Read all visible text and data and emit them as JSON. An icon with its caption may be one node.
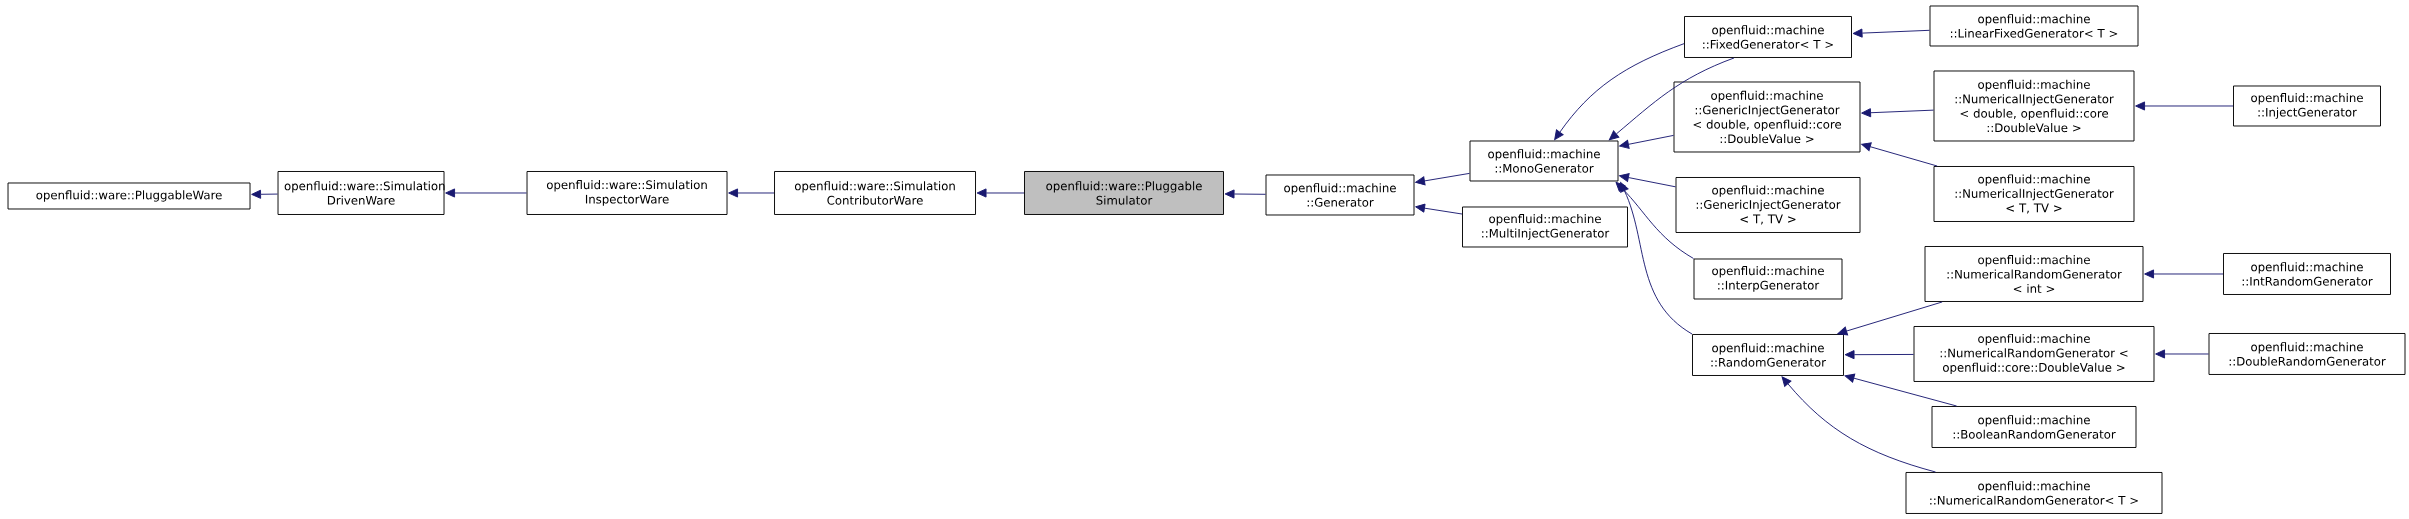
{
  "diagram": {
    "nodes": [
      {
        "text": [
          "openfluid::ware::PluggableWare"
        ]
      },
      {
        "text": [
          "openfluid::ware::Simulation DrivenWare"
        ]
      },
      {
        "text": [
          "openfluid::ware::Simulation InspectorWare"
        ]
      },
      {
        "text": [
          "openfluid::ware::Simulation ContributorWare"
        ]
      },
      {
        "text": [
          "openfluid::ware::Pluggable Simulator"
        ]
      },
      {
        "text": [
          "openfluid::machine ::Generator"
        ]
      },
      {
        "text": [
          "openfluid::machine ::MonoGenerator"
        ]
      },
      {
        "text": [
          "openfluid::machine ::MultiInjectGenerator"
        ]
      },
      {
        "text": [
          "openfluid::machine ::FixedGenerator< T >"
        ]
      },
      {
        "text": [
          "openfluid::machine ::GenericInjectGenerator < double, openfluid::core ::DoubleValue >"
        ]
      },
      {
        "text": [
          "openfluid::machine ::GenericInjectGenerator < T, TV >"
        ]
      },
      {
        "text": [
          "openfluid::machine ::InterpGenerator"
        ]
      },
      {
        "text": [
          "openfluid::machine ::RandomGenerator"
        ]
      },
      {
        "text": [
          "openfluid::machine ::LinearFixedGenerator< T >"
        ]
      },
      {
        "text": [
          "openfluid::machine ::NumericalInjectGenerator < double, openfluid::core ::DoubleValue >"
        ]
      },
      {
        "text": [
          "openfluid::machine ::NumericalInjectGenerator < T, TV >"
        ]
      },
      {
        "text": [
          "openfluid::machine ::InjectGenerator"
        ]
      },
      {
        "text": [
          "openfluid::machine ::NumericalRandomGenerator < int >"
        ]
      },
      {
        "text": [
          "openfluid::machine ::NumericalRandomGenerator < openfluid::core::DoubleValue >"
        ]
      },
      {
        "text": [
          "openfluid::machine ::BooleanRandomGenerator"
        ]
      },
      {
        "text": [
          "openfluid::machine ::NumericalRandomGenerator< T >"
        ]
      },
      {
        "text": [
          "openfluid::machine ::IntRandomGenerator"
        ]
      },
      {
        "text": [
          "openfluid::machine ::DoubleRandomGenerator"
        ]
      }
    ],
    "edges": [
      {
        "from": 1,
        "to": 0,
        "arrow": "to"
      },
      {
        "from": 2,
        "to": 1,
        "arrow": "to"
      },
      {
        "from": 3,
        "to": 2,
        "arrow": "to"
      },
      {
        "from": 4,
        "to": 3,
        "arrow": "to"
      },
      {
        "from": 5,
        "to": 4,
        "arrow": "to"
      },
      {
        "from": 6,
        "to": 5,
        "arrow": "to"
      },
      {
        "from": 7,
        "to": 5,
        "arrow": "to"
      },
      {
        "from": 8,
        "to": 6,
        "arrow": "to"
      },
      {
        "from": 8,
        "to": 6,
        "arrow": "to"
      },
      {
        "from": 9,
        "to": 6,
        "arrow": "to"
      },
      {
        "from": 10,
        "to": 6,
        "arrow": "to"
      },
      {
        "from": 11,
        "to": 6,
        "arrow": "to"
      },
      {
        "from": 12,
        "to": 6,
        "arrow": "to"
      },
      {
        "from": 13,
        "to": 8,
        "arrow": "to"
      },
      {
        "from": 14,
        "to": 9,
        "arrow": "to"
      },
      {
        "from": 15,
        "to": 9,
        "arrow": "to"
      },
      {
        "from": 16,
        "to": 14,
        "arrow": "to"
      },
      {
        "from": 17,
        "to": 12,
        "arrow": "to"
      },
      {
        "from": 18,
        "to": 12,
        "arrow": "to"
      },
      {
        "from": 19,
        "to": 12,
        "arrow": "to"
      },
      {
        "from": 20,
        "to": 12,
        "arrow": "to"
      },
      {
        "from": 21,
        "to": 17,
        "arrow": "to"
      },
      {
        "from": 22,
        "to": 18,
        "arrow": "to"
      }
    ]
  }
}
